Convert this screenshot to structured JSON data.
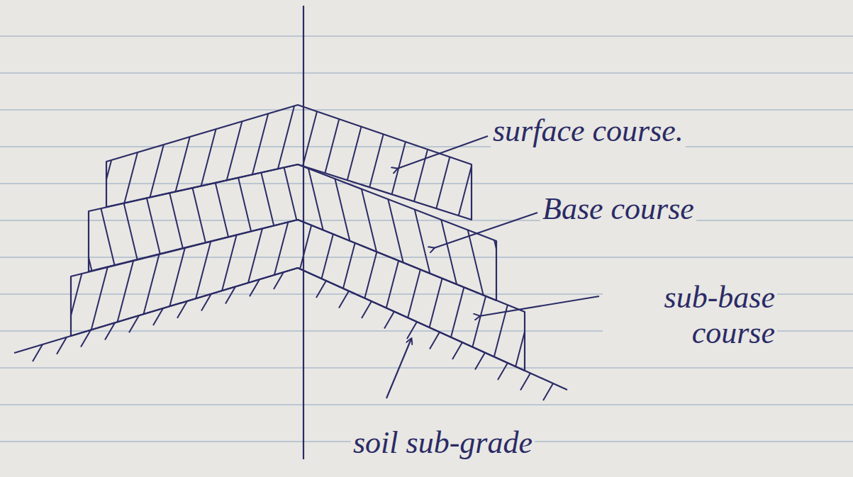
{
  "diagram": {
    "labels": [
      "surface course.",
      "Base course",
      "sub-base course",
      "soil sub-grade"
    ]
  }
}
